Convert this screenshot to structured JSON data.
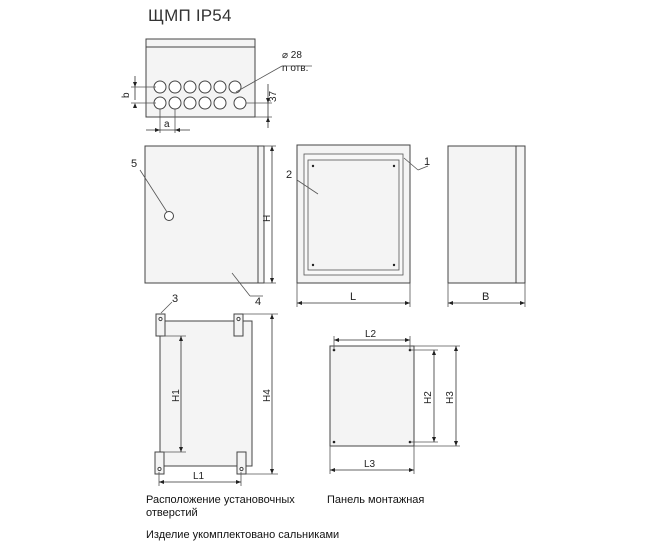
{
  "title": "ЩМП IP54",
  "hole_note": {
    "diameter": "⌀ 28",
    "count": "n отв."
  },
  "dims": {
    "b": "b",
    "a": "a",
    "d37": "37",
    "H": "H",
    "L": "L",
    "B": "B",
    "H1": "H1",
    "H4": "H4",
    "L1": "L1",
    "L2": "L2",
    "L3": "L3",
    "H2": "H2",
    "H3": "H3"
  },
  "callouts": {
    "c1": "1",
    "c2": "2",
    "c3": "3",
    "c4": "4",
    "c5": "5"
  },
  "captions": {
    "mounting_holes_line1": "Расположение установочных",
    "mounting_holes_line2": "отверстий",
    "mounting_panel": "Панель монтажная",
    "footer": "Изделие укомплектовано сальниками"
  }
}
